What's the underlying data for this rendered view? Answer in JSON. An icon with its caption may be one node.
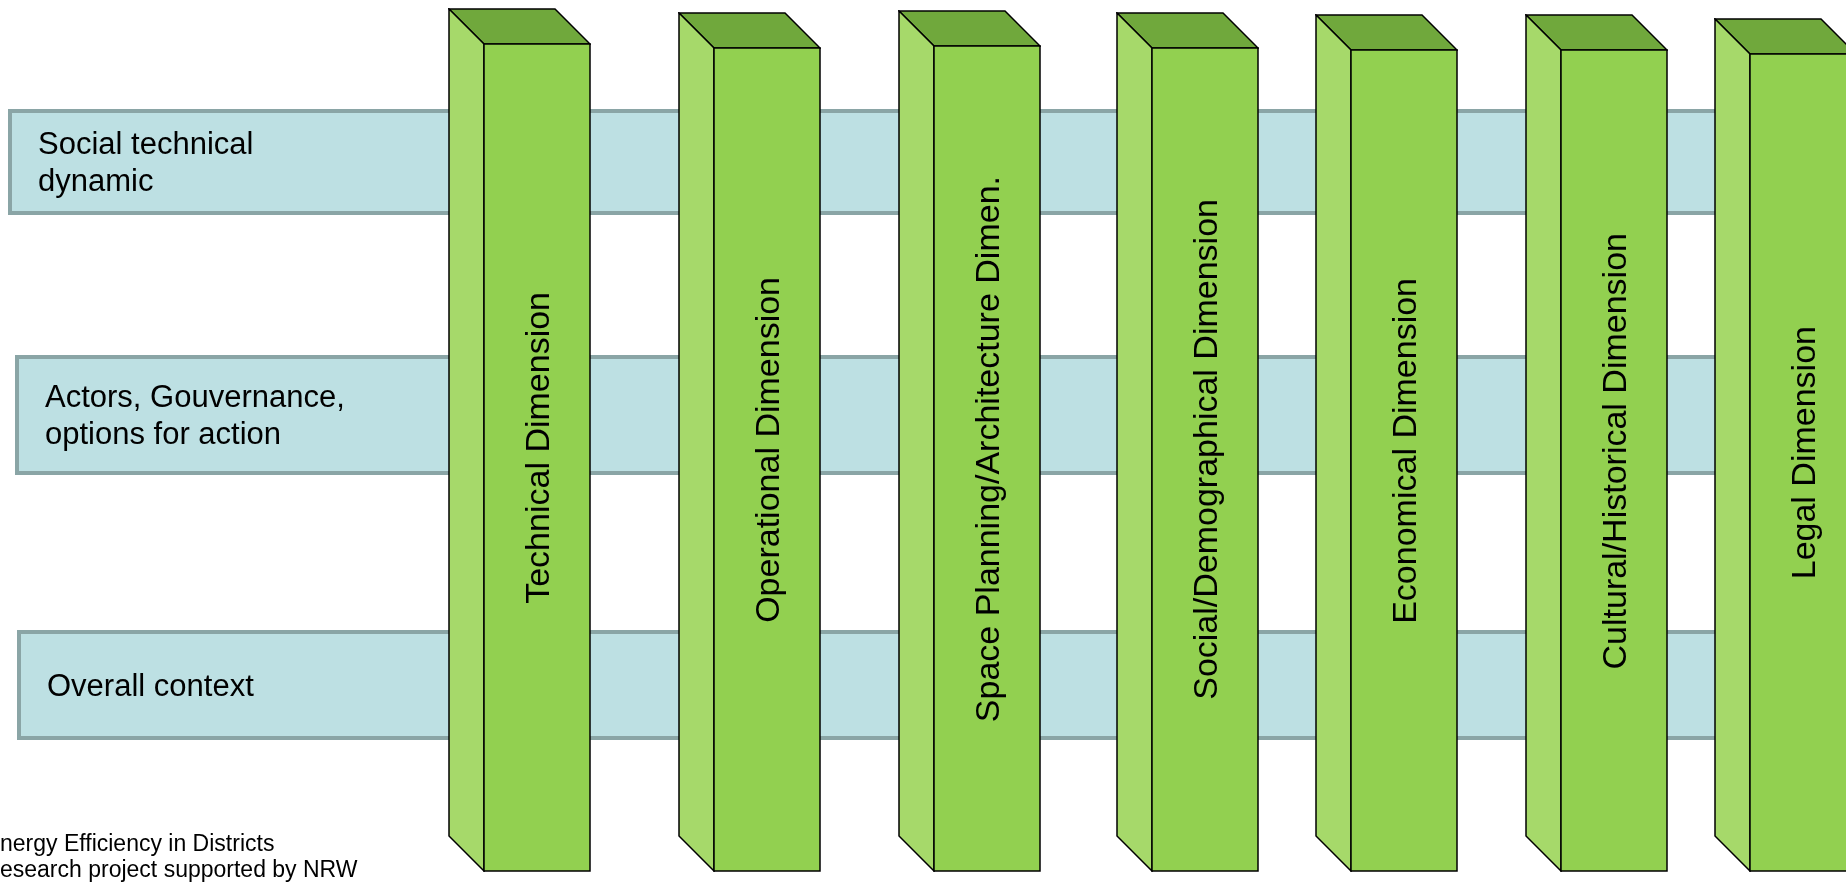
{
  "diagram": {
    "nodes": [
      {
        "text": [
          "Social technical dynamic"
        ]
      },
      {
        "text": [
          "Actors, Gouvernance, options for action"
        ]
      },
      {
        "text": [
          "Overall context"
        ]
      },
      {
        "text": [
          "Technical Dimension"
        ]
      },
      {
        "text": [
          "Operational Dimension"
        ]
      },
      {
        "text": [
          "Space Planning/Architecture Dimen."
        ]
      },
      {
        "text": [
          "Social/Demographical Dimension"
        ]
      },
      {
        "text": [
          "Economical Dimension"
        ]
      },
      {
        "text": [
          "Cultural/Historical Dimension"
        ]
      },
      {
        "text": [
          "Legal Dimension"
        ]
      }
    ],
    "edges": [],
    "labels": [
      "nergy Efficiency in Districts",
      "esearch project supported by NRW"
    ]
  }
}
